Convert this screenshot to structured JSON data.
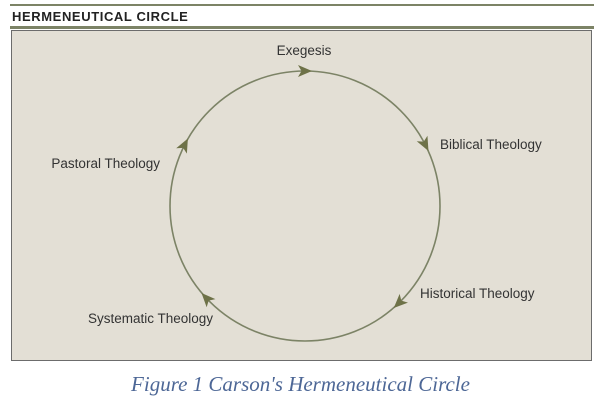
{
  "header": {
    "title": "HERMENEUTICAL CIRCLE"
  },
  "diagram": {
    "nodes": [
      {
        "label": "Exegesis",
        "angle_deg": 0
      },
      {
        "label": "Biblical Theology",
        "angle_deg": 63
      },
      {
        "label": "Historical Theology",
        "angle_deg": 136
      },
      {
        "label": "Systematic Theology",
        "angle_deg": 227
      },
      {
        "label": "Pastoral Theology",
        "angle_deg": 297
      }
    ],
    "direction": "clockwise",
    "colors": {
      "circle": "#7c8366",
      "arrow": "#6e7248",
      "background": "#e3dfd5",
      "rule": "#7c8366",
      "label": "#333333"
    }
  },
  "caption": "Figure 1 Carson's Hermeneutical Circle"
}
